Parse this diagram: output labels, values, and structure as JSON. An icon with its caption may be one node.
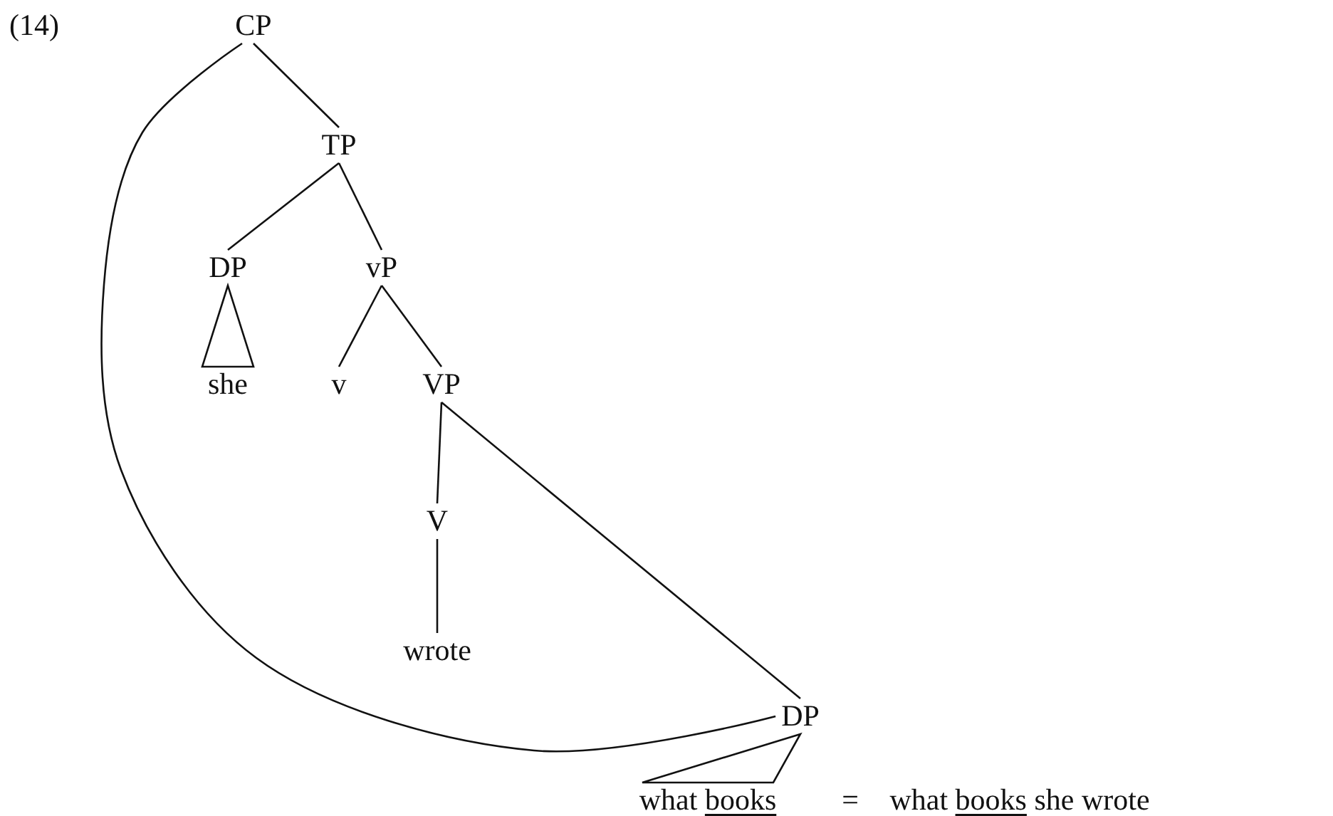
{
  "diagram": {
    "nodes": [
      {
        "text": [
          "CP"
        ]
      },
      {
        "text": [
          "TP"
        ]
      },
      {
        "text": [
          "DP"
        ]
      },
      {
        "text": [
          "vP"
        ]
      },
      {
        "text": [
          "she"
        ]
      },
      {
        "text": [
          "v"
        ]
      },
      {
        "text": [
          "VP"
        ]
      },
      {
        "text": [
          "V"
        ]
      },
      {
        "text": [
          "wrote"
        ]
      },
      {
        "text": [
          "DP"
        ]
      },
      {
        "text": [
          "what books"
        ]
      }
    ],
    "edges": [
      {
        "from": 0,
        "to": 1,
        "arrow": "none"
      },
      {
        "from": 1,
        "to": 2,
        "arrow": "none"
      },
      {
        "from": 1,
        "to": 3,
        "arrow": "none"
      },
      {
        "from": 2,
        "to": 4,
        "arrow": "none"
      },
      {
        "from": 3,
        "to": 5,
        "arrow": "none"
      },
      {
        "from": 3,
        "to": 6,
        "arrow": "none"
      },
      {
        "from": 6,
        "to": 7,
        "arrow": "none"
      },
      {
        "from": 6,
        "to": 9,
        "arrow": "none"
      },
      {
        "from": 7,
        "to": 8,
        "arrow": "none"
      },
      {
        "from": 9,
        "to": 10,
        "arrow": "none"
      },
      {
        "from": 0,
        "to": 9,
        "arrow": "none"
      }
    ],
    "labels": [
      "(14)",
      "=",
      "what books she wrote"
    ]
  }
}
